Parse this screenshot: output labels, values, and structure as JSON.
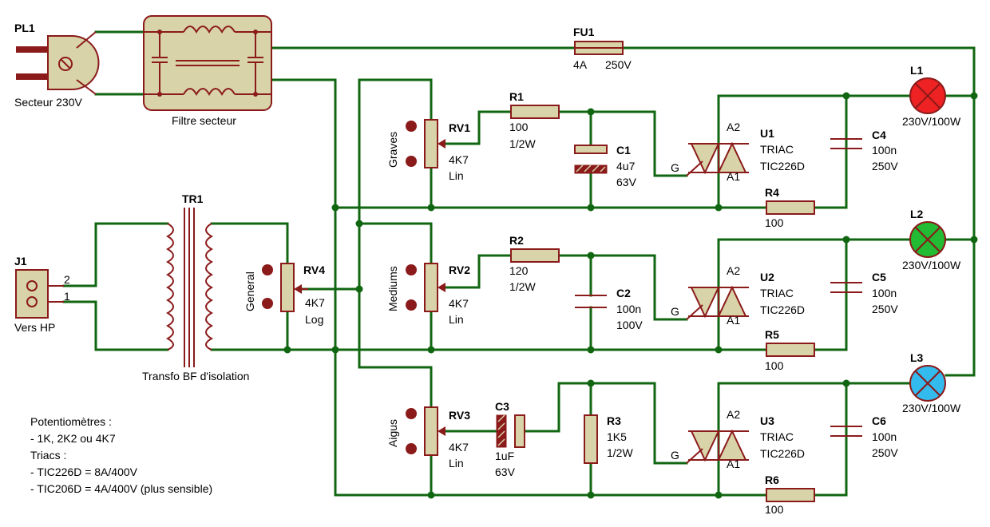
{
  "components": {
    "pl1": {
      "ref": "PL1",
      "value": "Secteur 230V"
    },
    "filter": {
      "value": "Filtre secteur"
    },
    "fu1": {
      "ref": "FU1",
      "rating": "4A",
      "voltage": "250V"
    },
    "tr1": {
      "ref": "TR1",
      "value": "Transfo BF d'isolation"
    },
    "j1": {
      "ref": "J1",
      "value": "Vers HP",
      "pin2": "2",
      "pin1": "1"
    },
    "rv4": {
      "ref": "RV4",
      "value": "4K7",
      "taper": "Log",
      "label": "General"
    },
    "rv1": {
      "ref": "RV1",
      "value": "4K7",
      "taper": "Lin",
      "label": "Graves"
    },
    "rv2": {
      "ref": "RV2",
      "value": "4K7",
      "taper": "Lin",
      "label": "Mediums"
    },
    "rv3": {
      "ref": "RV3",
      "value": "4K7",
      "taper": "Lin",
      "label": "Aigus"
    },
    "r1": {
      "ref": "R1",
      "value": "100",
      "power": "1/2W"
    },
    "r2": {
      "ref": "R2",
      "value": "120",
      "power": "1/2W"
    },
    "r3": {
      "ref": "R3",
      "value": "1K5",
      "power": "1/2W"
    },
    "r4": {
      "ref": "R4",
      "value": "100"
    },
    "r5": {
      "ref": "R5",
      "value": "100"
    },
    "r6": {
      "ref": "R6",
      "value": "100"
    },
    "c1": {
      "ref": "C1",
      "value": "4u7",
      "voltage": "63V"
    },
    "c2": {
      "ref": "C2",
      "value": "100n",
      "voltage": "100V"
    },
    "c3": {
      "ref": "C3",
      "value": "1uF",
      "voltage": "63V"
    },
    "c4": {
      "ref": "C4",
      "value": "100n",
      "voltage": "250V"
    },
    "c5": {
      "ref": "C5",
      "value": "100n",
      "voltage": "250V"
    },
    "c6": {
      "ref": "C6",
      "value": "100n",
      "voltage": "250V"
    },
    "u1": {
      "ref": "U1",
      "type": "TRIAC",
      "part": "TIC226D"
    },
    "u2": {
      "ref": "U2",
      "type": "TRIAC",
      "part": "TIC226D"
    },
    "u3": {
      "ref": "U3",
      "type": "TRIAC",
      "part": "TIC226D"
    },
    "l1": {
      "ref": "L1",
      "value": "230V/100W",
      "color": "#ee2222"
    },
    "l2": {
      "ref": "L2",
      "value": "230V/100W",
      "color": "#22bb33"
    },
    "l3": {
      "ref": "L3",
      "value": "230V/100W",
      "color": "#33bbee"
    }
  },
  "pins": {
    "a2": "A2",
    "a1": "A1",
    "g": "G"
  },
  "notes": [
    "Potentiomètres :",
    "- 1K, 2K2 ou 4K7",
    "Triacs :",
    "- TIC226D = 8A/400V",
    "- TIC206D = 4A/400V (plus sensible)"
  ],
  "colors": {
    "wire": "#116611",
    "component_fill": "#d8d3a8",
    "component_stroke": "#8b1a1a"
  }
}
